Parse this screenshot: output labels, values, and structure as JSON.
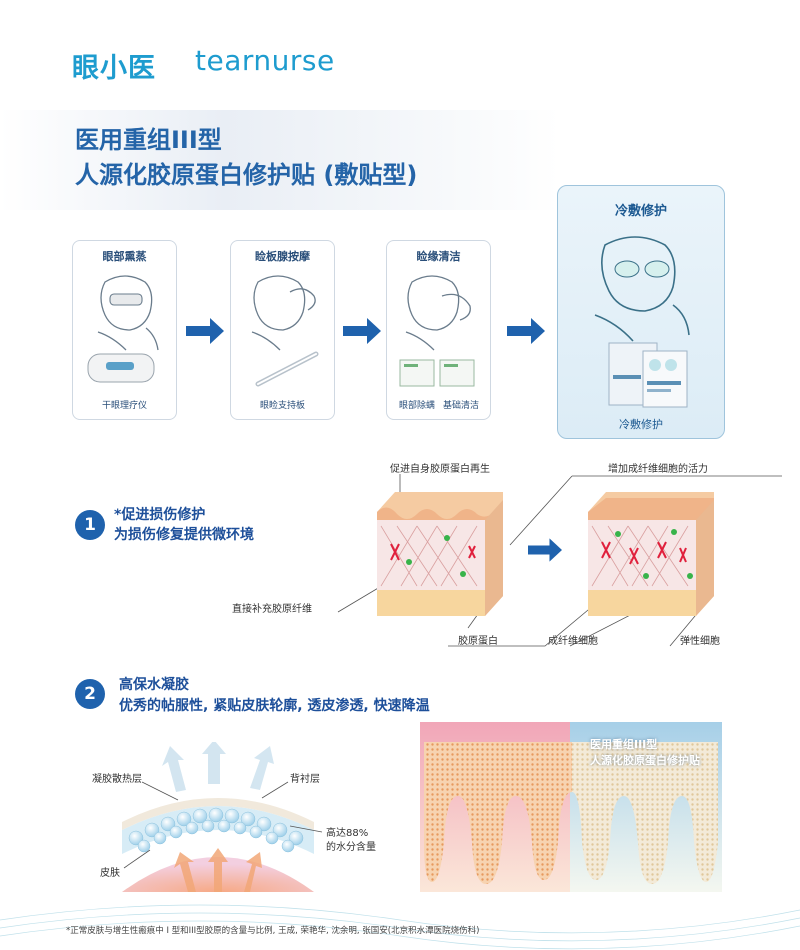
{
  "header": {
    "logo_cn": "眼小医",
    "logo_en": "tearnurse"
  },
  "title": {
    "line1": "医用重组III型",
    "line2": "人源化胶原蛋白修护贴 (敷贴型)"
  },
  "steps": [
    {
      "title": "眼部熏蒸",
      "captions": [
        "干眼理疗仪"
      ]
    },
    {
      "title": "睑板腺按摩",
      "captions": [
        "眼睑支持板"
      ]
    },
    {
      "title": "睑缘清洁",
      "captions": [
        "眼部除螨",
        "基础清洁"
      ]
    },
    {
      "title": "冷敷修护",
      "captions": [
        "冷敷修护"
      ]
    }
  ],
  "section1": {
    "number": "1",
    "heading": "*促进损伤修护",
    "subheading": "为损伤修复提供微环境",
    "labels": {
      "promote": "促进自身胶原蛋白再生",
      "increase": "增加成纤维细胞的活力",
      "direct": "直接补充胶原纤维",
      "collagen": "胶原蛋白",
      "fibroblast": "成纤维细胞",
      "elastic": "弹性细胞"
    }
  },
  "section2": {
    "number": "2",
    "heading": "高保水凝胶",
    "subheading": "优秀的帖服性, 紧贴皮肤轮廓, 透皮渗透, 快速降温",
    "labels": {
      "gel_layer": "凝胶散热层",
      "backing": "背衬层",
      "water_l1": "高达88%",
      "water_l2": "的水分含量",
      "skin": "皮肤"
    },
    "micro_label_l1": "医用重组III型",
    "micro_label_l2": "人源化胶原蛋白修护贴"
  },
  "footnote": "*正常皮肤与增生性瘢痕中 I 型和III型胶原的含量与比例, 王成, 荣艳华, 沈余明, 张国安(北京积水潭医院烧伤科)",
  "colors": {
    "brand": "#1e9ccf",
    "title": "#2464a8",
    "arrow": "#1f62ad"
  }
}
